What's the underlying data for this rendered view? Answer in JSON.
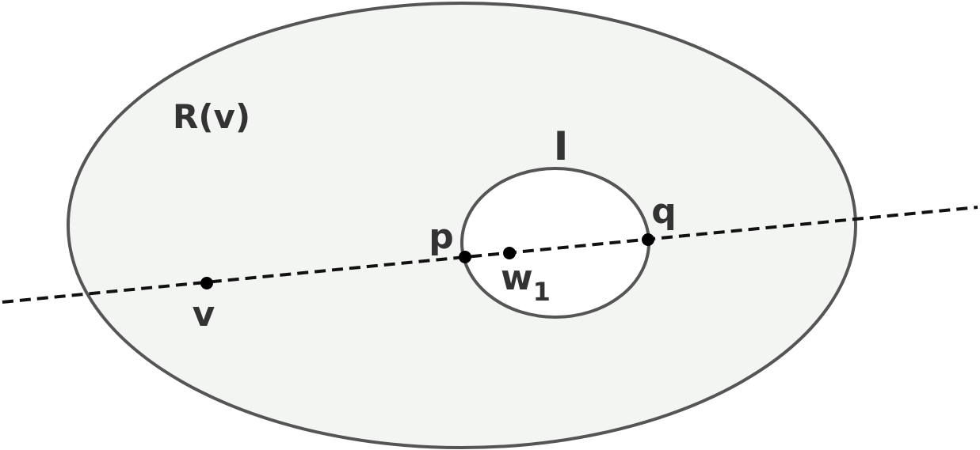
{
  "colors": {
    "outline": "#555555",
    "region_fill": "#f3f5f3",
    "hole_fill": "#ffffff",
    "line": "#111111",
    "point": "#000000",
    "label": "#333333"
  },
  "region": {
    "label": "R(v)"
  },
  "hole": {
    "label": "I"
  },
  "points": {
    "v": "v",
    "p": "p",
    "q": "q",
    "w_base": "w",
    "w_sub": "1"
  }
}
